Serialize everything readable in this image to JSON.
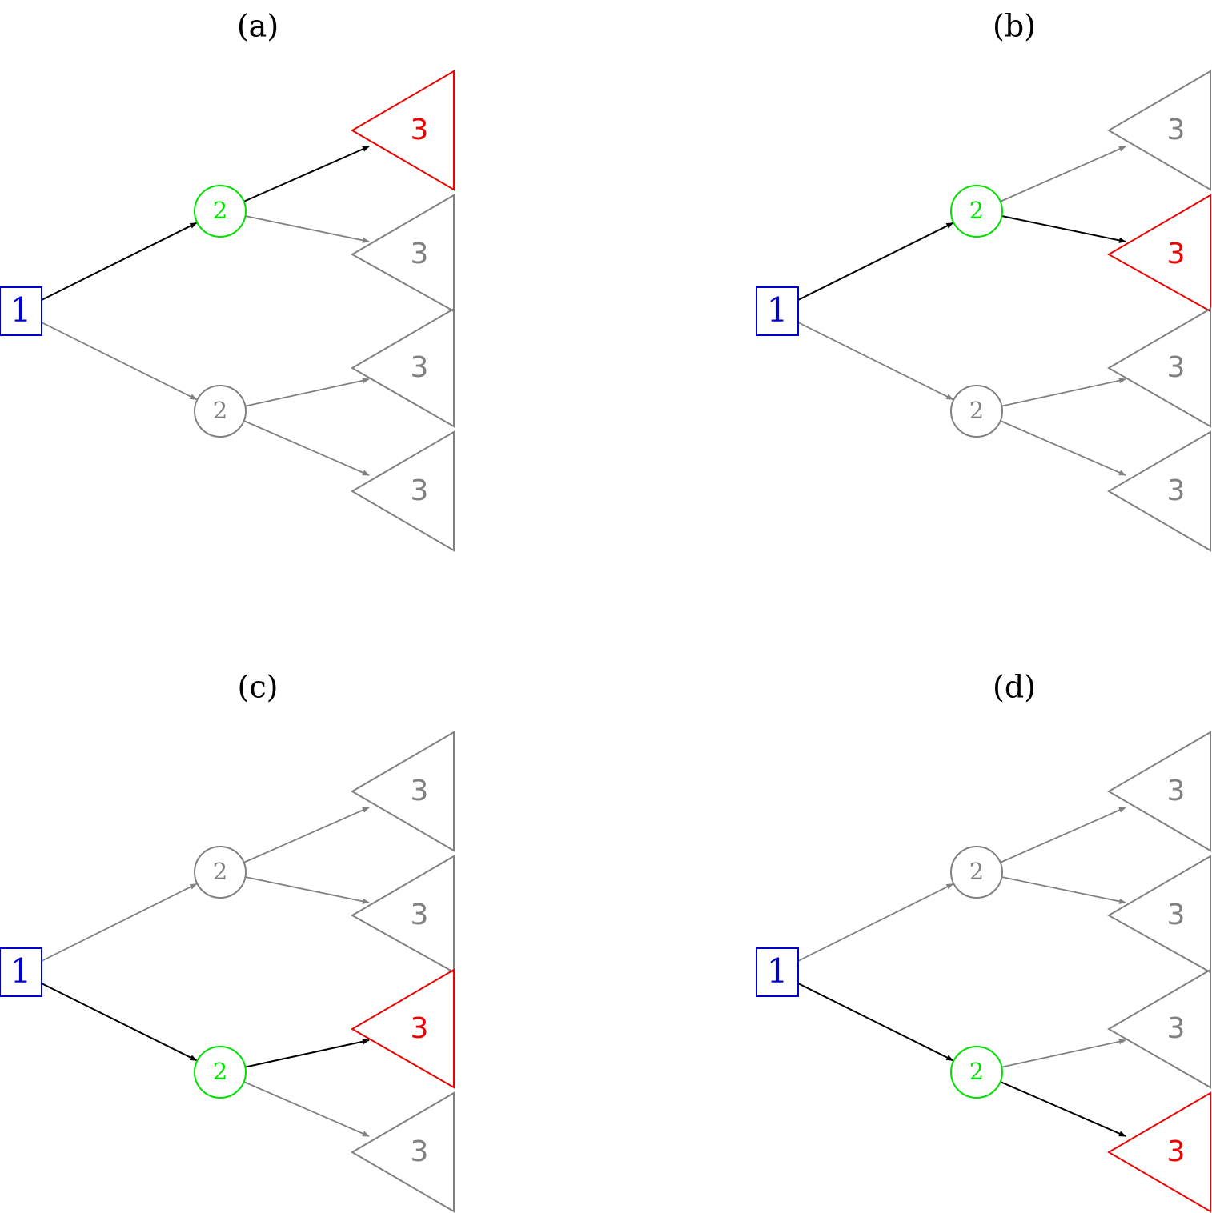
{
  "colors": {
    "root": "#0000cc",
    "active_node": "#00e000",
    "selected_leaf": "#ee0000",
    "inactive": "#808080",
    "active_edge": "#000000"
  },
  "panels": [
    {
      "label": "(a)",
      "root": "1",
      "level2": [
        "2",
        "2"
      ],
      "leaves": [
        "3",
        "3",
        "3",
        "3"
      ],
      "active_level2": 0,
      "selected_leaf": 0
    },
    {
      "label": "(b)",
      "root": "1",
      "level2": [
        "2",
        "2"
      ],
      "leaves": [
        "3",
        "3",
        "3",
        "3"
      ],
      "active_level2": 0,
      "selected_leaf": 1
    },
    {
      "label": "(c)",
      "root": "1",
      "level2": [
        "2",
        "2"
      ],
      "leaves": [
        "3",
        "3",
        "3",
        "3"
      ],
      "active_level2": 1,
      "selected_leaf": 2
    },
    {
      "label": "(d)",
      "root": "1",
      "level2": [
        "2",
        "2"
      ],
      "leaves": [
        "3",
        "3",
        "3",
        "3"
      ],
      "active_level2": 1,
      "selected_leaf": 3
    }
  ]
}
